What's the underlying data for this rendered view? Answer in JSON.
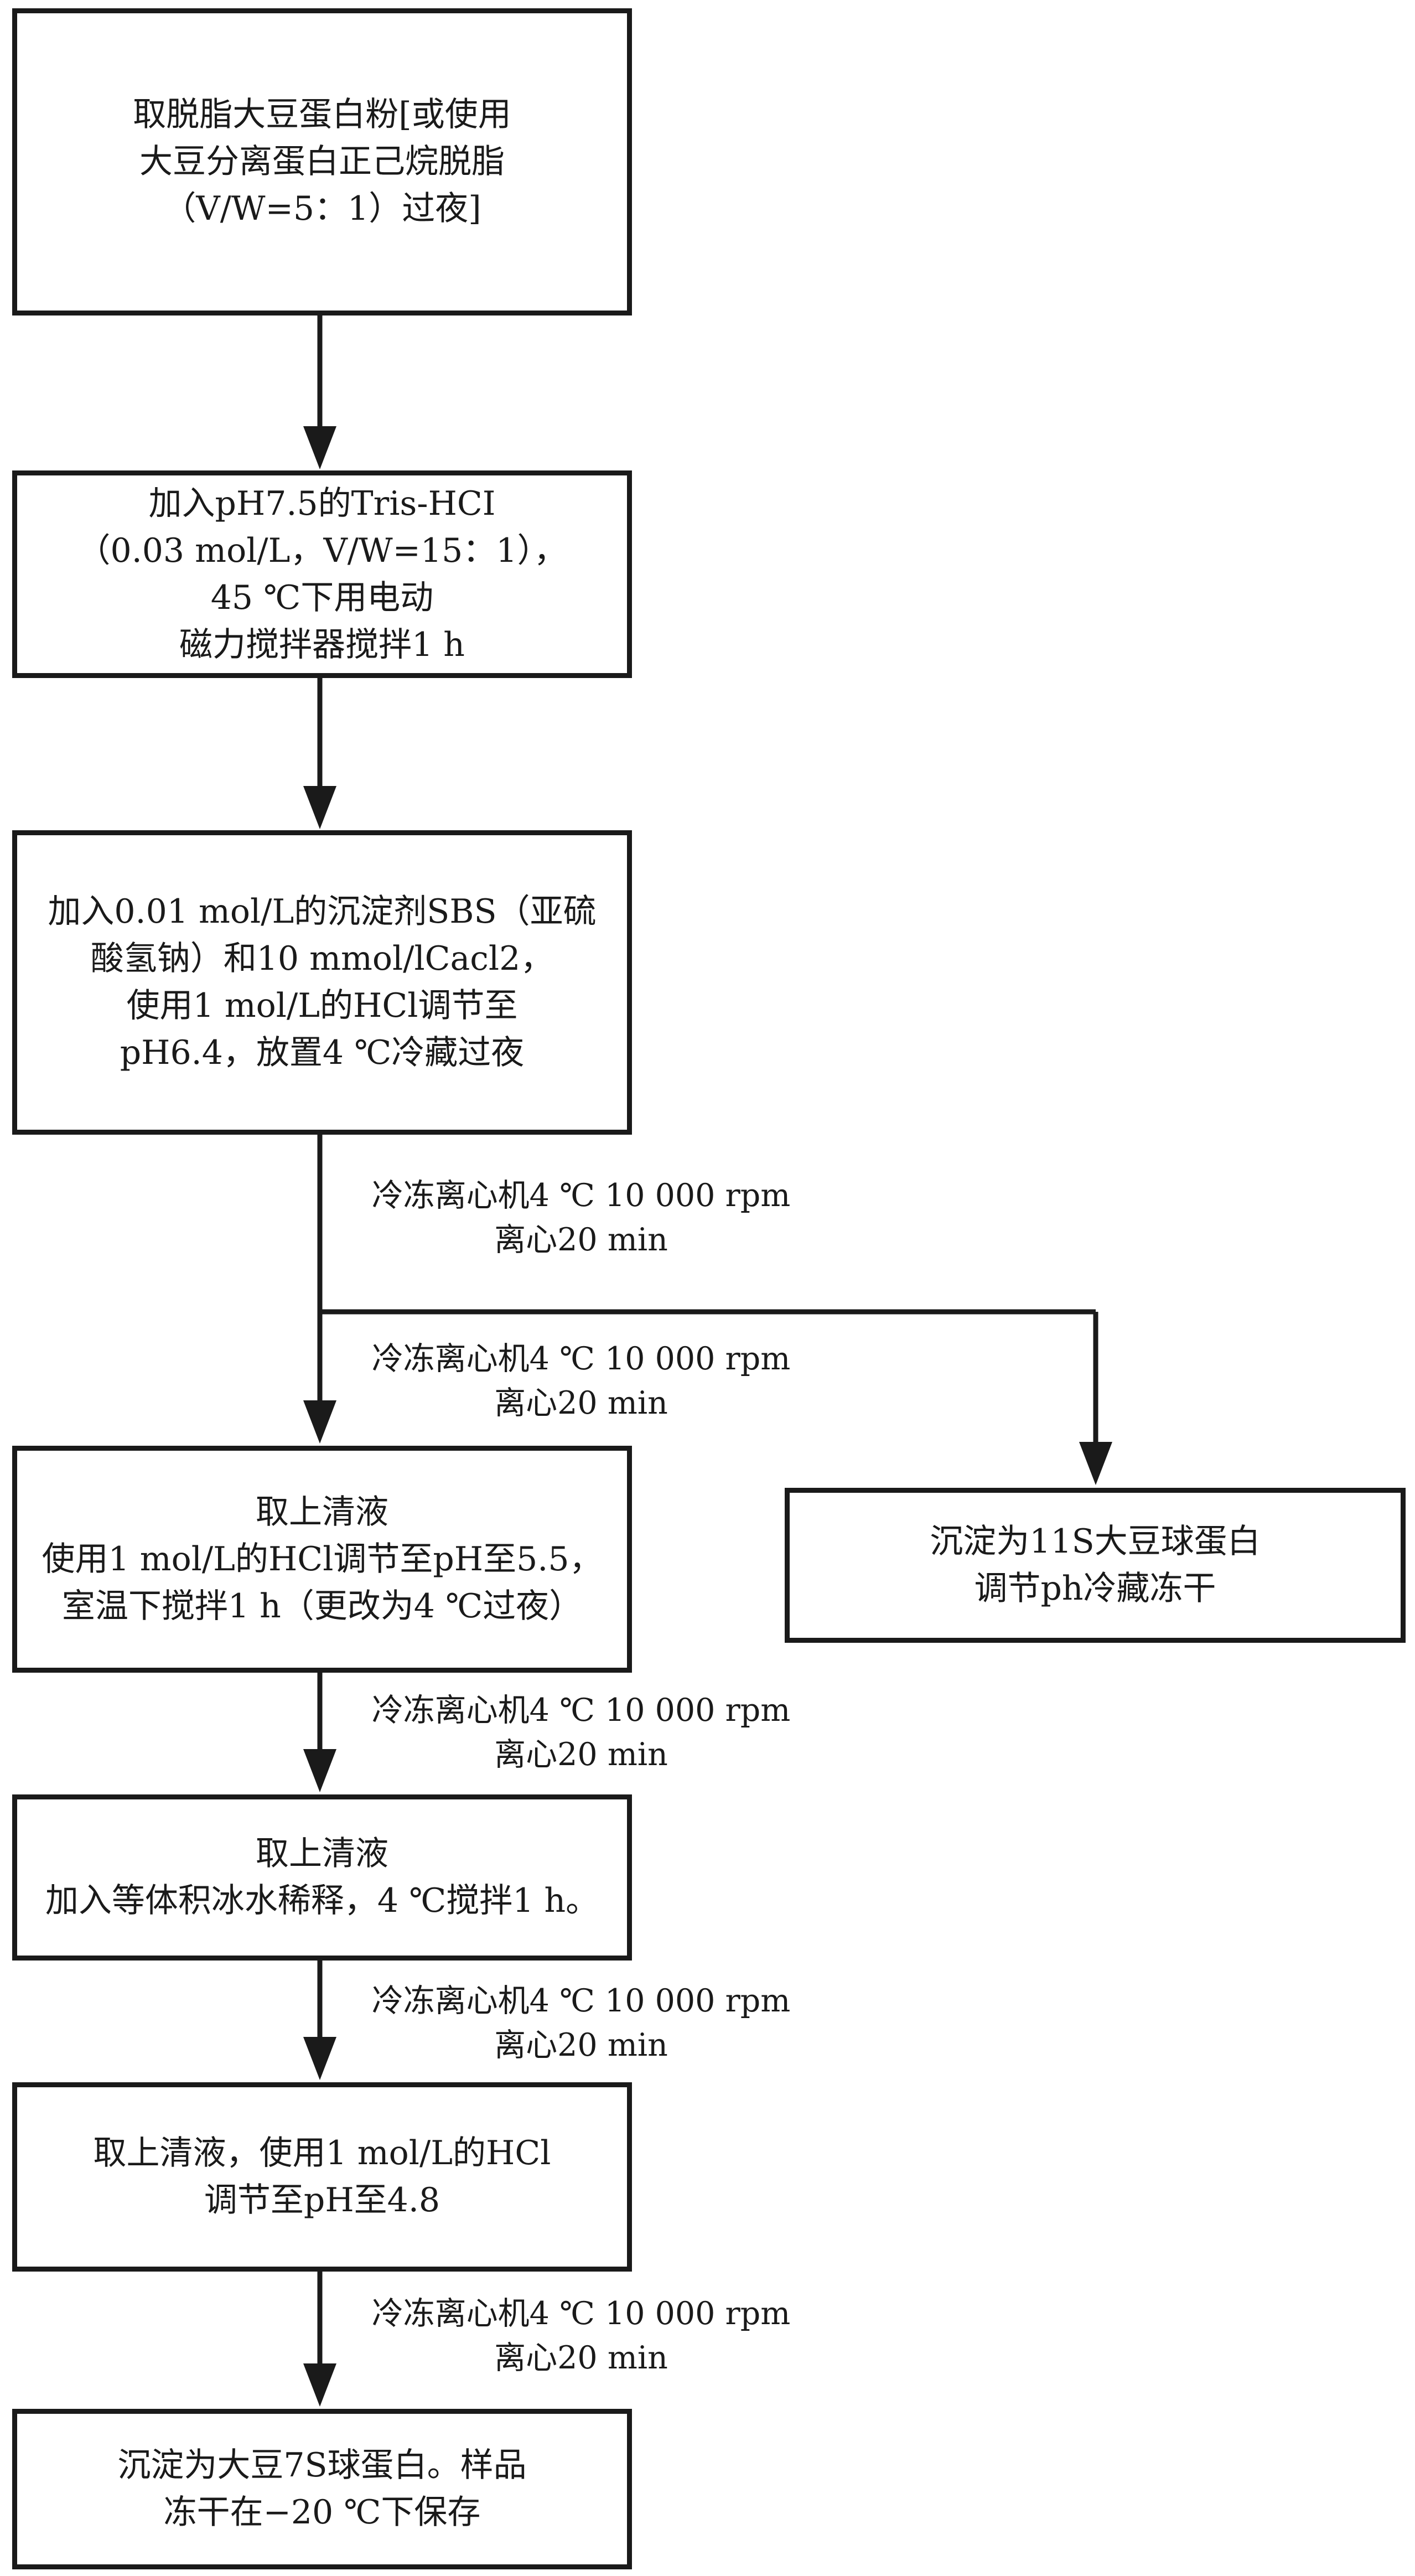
{
  "steps": [
    {
      "lines": [
        "取脱脂大豆蛋白粉[或使用",
        "大豆分离蛋白正己烷脱脂",
        "（V/W=5：1）过夜]"
      ]
    },
    {
      "lines": [
        "加入pH7.5的Tris-HCI",
        "（0.03 mol/L，V/W=15：1），",
        "45 ℃下用电动",
        "磁力搅拌器搅拌1 h"
      ]
    },
    {
      "lines": [
        "加入0.01 mol/L的沉淀剂SBS（亚硫",
        "酸氢钠）和10 mmol/lCacl2，",
        "使用1 mol/L的HCl调节至",
        "pH6.4，放置4 ℃冷藏过夜"
      ]
    },
    {
      "lines": [
        "取上清液",
        "使用1 mol/L的HCl调节至pH至5.5，",
        "室温下搅拌1 h（更改为4 ℃过夜）"
      ]
    },
    {
      "lines": [
        "取上清液",
        "加入等体积冰水稀释，4 ℃搅拌1 h。"
      ]
    },
    {
      "lines": [
        "取上清液，使用1 mol/L的HCl",
        "调节至pH至4.8"
      ]
    },
    {
      "lines": [
        "沉淀为大豆7S球蛋白。样品",
        "冻干在−20 ℃下保存"
      ]
    }
  ],
  "side_box": {
    "lines": [
      "沉淀为11S大豆球蛋白",
      "调节ph冷藏冻干"
    ]
  },
  "centrifuge_notes": [
    {
      "lines": [
        "冷冻离心机4 ℃ 10 000 rpm",
        "离心20 min"
      ]
    },
    {
      "lines": [
        "冷冻离心机4 ℃ 10 000 rpm",
        "离心20 min"
      ]
    },
    {
      "lines": [
        "冷冻离心机4 ℃ 10 000 rpm",
        "离心20 min"
      ]
    },
    {
      "lines": [
        "冷冻离心机4 ℃ 10 000 rpm",
        "离心20 min"
      ]
    },
    {
      "lines": [
        "冷冻离心机4 ℃ 10 000 rpm",
        "离心20 min"
      ]
    }
  ]
}
